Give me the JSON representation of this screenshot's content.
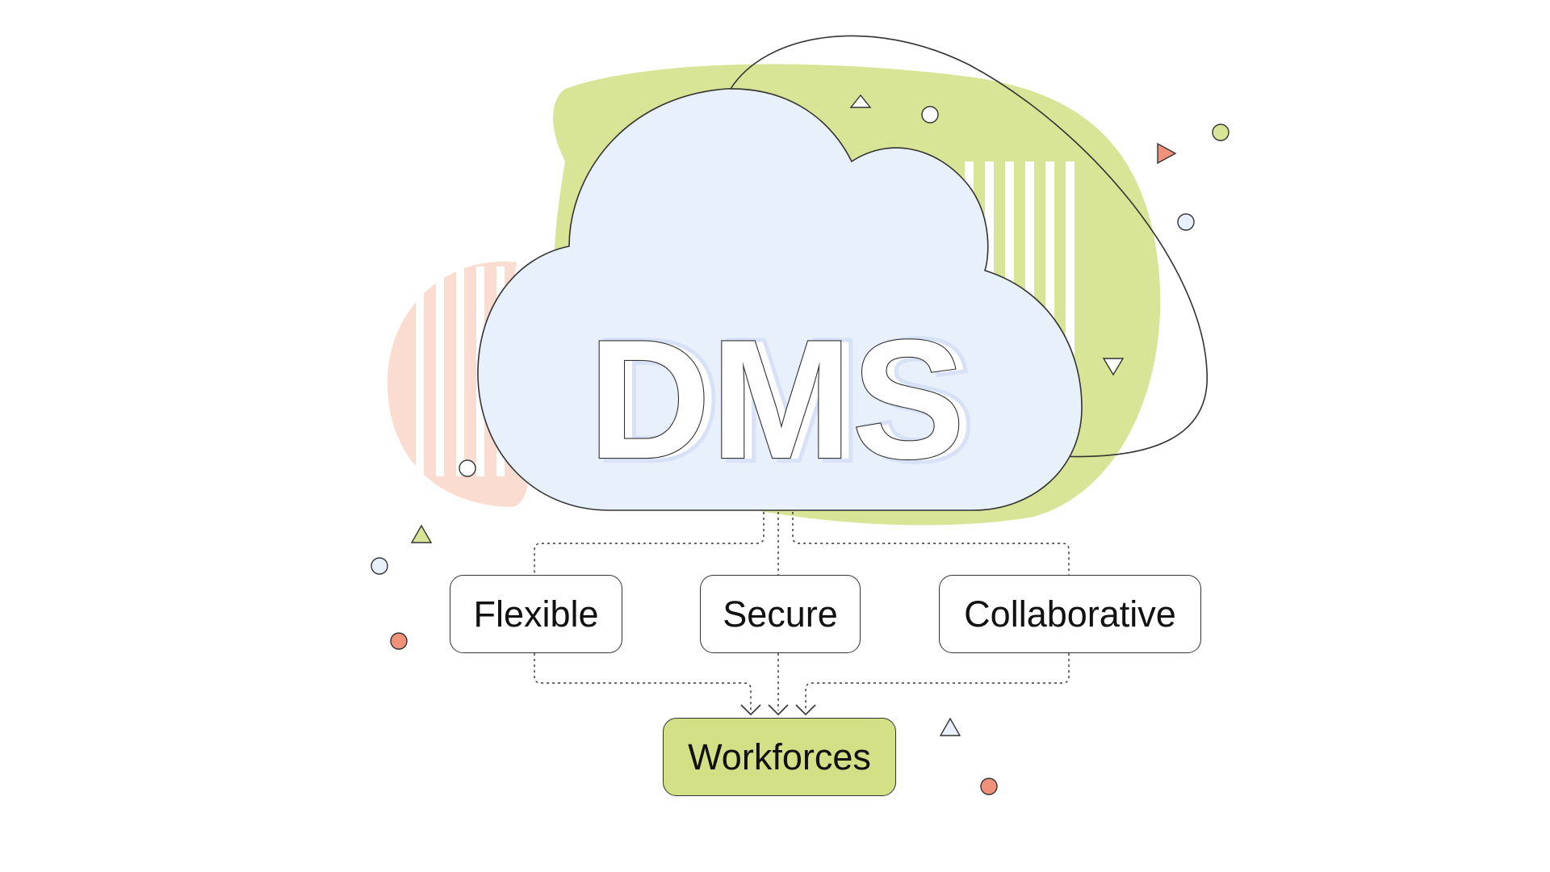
{
  "diagram": {
    "title": "DMS",
    "qualities": [
      {
        "label": "Flexible"
      },
      {
        "label": "Secure"
      },
      {
        "label": "Collaborative"
      }
    ],
    "target": {
      "label": "Workforces"
    }
  },
  "colors": {
    "cloud_fill": "#e8f0fc",
    "outline": "#333333",
    "accent_green": "#d8e496",
    "accent_peach": "#fbdcd0",
    "accent_orange": "#f0917a",
    "accent_blue": "#e8f0fc",
    "target_fill": "#d3e086"
  }
}
